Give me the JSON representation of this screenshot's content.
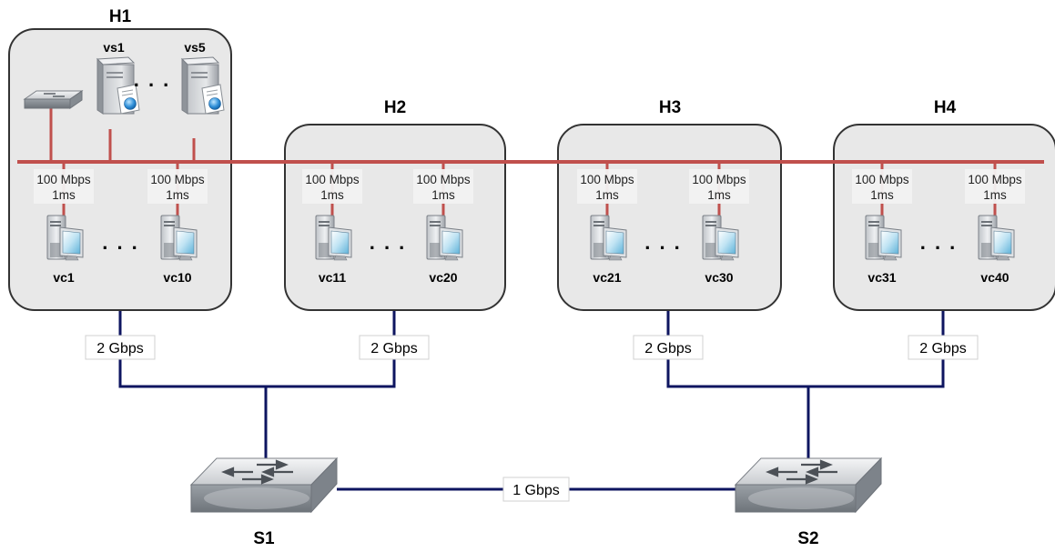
{
  "hosts": [
    {
      "title": "H1",
      "servers": [
        "vs1",
        "vs5"
      ],
      "clients": [
        "vc1",
        "vc10"
      ]
    },
    {
      "title": "H2",
      "clients": [
        "vc11",
        "vc20"
      ]
    },
    {
      "title": "H3",
      "clients": [
        "vc21",
        "vc30"
      ]
    },
    {
      "title": "H4",
      "clients": [
        "vc31",
        "vc40"
      ]
    }
  ],
  "link_label": {
    "bandwidth": "100 Mbps",
    "latency": "1ms"
  },
  "ellipsis": ". . .",
  "uplinks": [
    "2 Gbps",
    "2 Gbps",
    "2 Gbps",
    "2 Gbps"
  ],
  "switches": [
    "S1",
    "S2"
  ],
  "trunk_label": "1 Gbps",
  "colors": {
    "bus": "#c0504d",
    "wire": "#0e1560",
    "host_fill": "#e8e8e8",
    "host_border": "#333333"
  }
}
